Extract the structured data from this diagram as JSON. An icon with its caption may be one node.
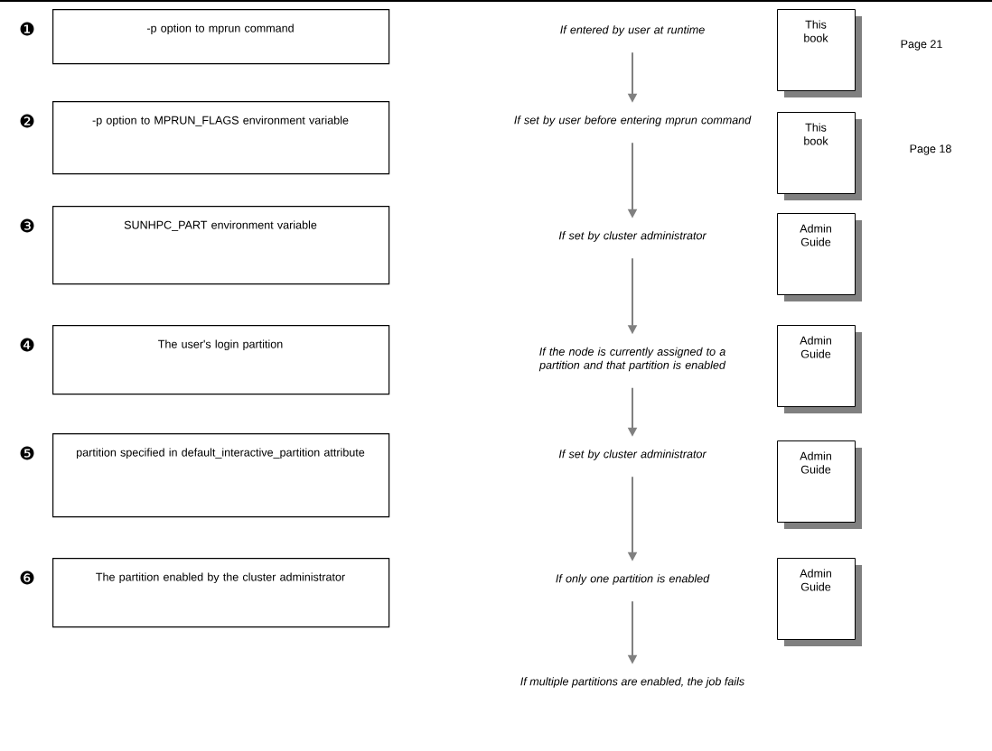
{
  "diagram": {
    "nodes": [
      {
        "text": [
          "-p option to mprun command"
        ],
        "beside": [
          "❶"
        ]
      },
      {
        "text": [
          "If entered by user at runtime"
        ]
      },
      {
        "text": [
          "This book"
        ]
      },
      {
        "text": [
          "-p option to MPRUN_FLAGS environment variable"
        ],
        "beside": [
          "❷"
        ]
      },
      {
        "text": [
          "If set by user before entering mprun command"
        ]
      },
      {
        "text": [
          "This book"
        ]
      },
      {
        "text": [
          "SUNHPC_PART environment variable"
        ],
        "beside": [
          "❸"
        ]
      },
      {
        "text": [
          "If set by cluster administrator"
        ]
      },
      {
        "text": [
          "Admin Guide"
        ]
      },
      {
        "text": [
          "The user's login partition"
        ],
        "beside": [
          "❹"
        ]
      },
      {
        "text": [
          "If the node is currently assigned to a partition and that partition is enabled"
        ]
      },
      {
        "text": [
          "Admin Guide"
        ]
      },
      {
        "text": [
          "partition specified in default_interactive_partition attribute"
        ],
        "beside": [
          "❺"
        ]
      },
      {
        "text": [
          "If set by cluster administrator"
        ]
      },
      {
        "text": [
          "Admin Guide"
        ]
      },
      {
        "text": [
          "The partition enabled by the cluster administrator"
        ],
        "beside": [
          "❻"
        ]
      },
      {
        "text": [
          "If only one partition is enabled"
        ]
      },
      {
        "text": [
          "Admin Guide"
        ]
      },
      {
        "text": [
          "If multiple partitions are enabled, the job fails"
        ]
      }
    ],
    "edges": [
      {
        "from": 1,
        "to": 4,
        "arrow": "to"
      },
      {
        "from": 4,
        "to": 7,
        "arrow": "to"
      },
      {
        "from": 7,
        "to": 10,
        "arrow": "to"
      },
      {
        "from": 10,
        "to": 13,
        "arrow": "to"
      },
      {
        "from": 13,
        "to": 16,
        "arrow": "to"
      },
      {
        "from": 16,
        "to": 18,
        "arrow": "to"
      }
    ],
    "labels": [
      "Page 21",
      "Page 18"
    ]
  }
}
